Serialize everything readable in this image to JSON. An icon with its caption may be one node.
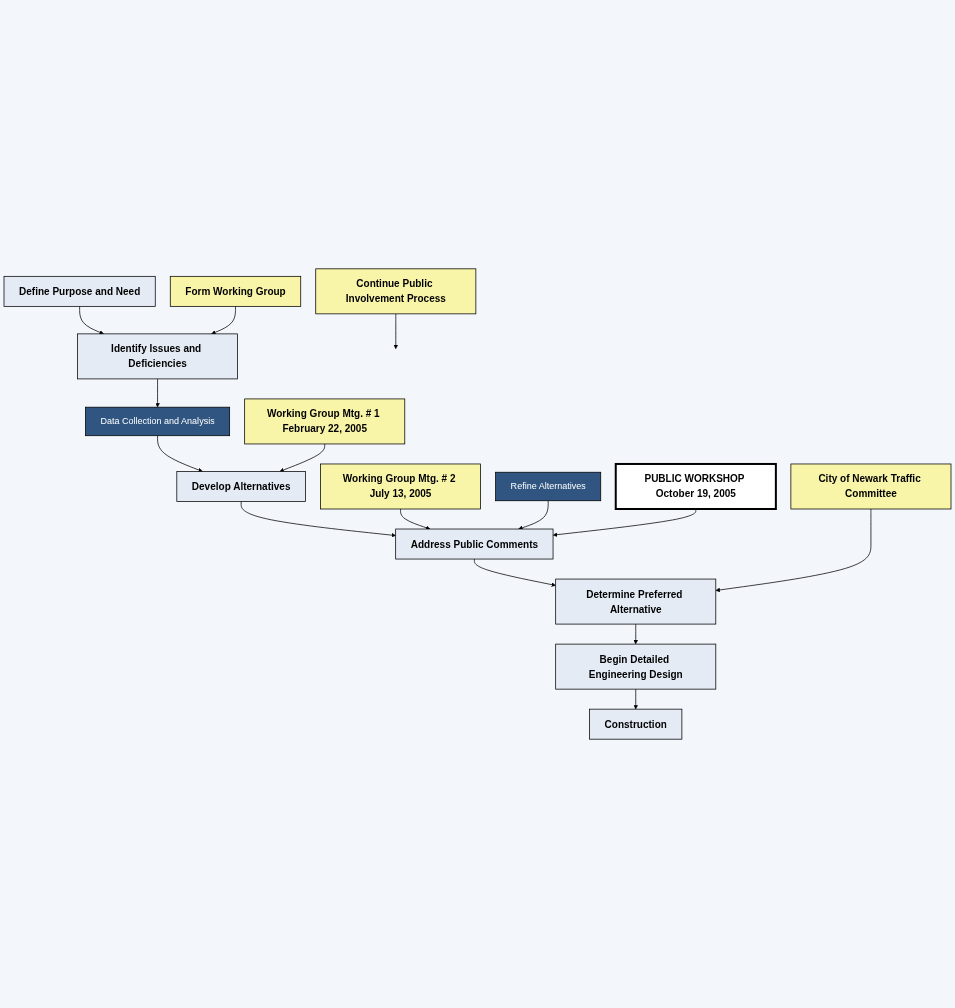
{
  "diagram": {
    "nodes": [
      {
        "text": [
          "Define Purpose and Need"
        ]
      },
      {
        "text": [
          "Form Working Group"
        ]
      },
      {
        "text": [
          "Identify Issues and Deficiencies"
        ]
      },
      {
        "text": [
          "Data Collection and Analysis"
        ]
      },
      {
        "text": [
          "Working Group Mtg. # 1 February 22, 2005"
        ]
      },
      {
        "text": [
          "Develop Alternatives"
        ]
      },
      {
        "text": [
          "Working Group Mtg. # 2 July 13, 2005"
        ]
      },
      {
        "text": [
          "Refine Alternatives"
        ]
      },
      {
        "text": [
          "PUBLIC WORKSHOP October 19, 2005"
        ]
      },
      {
        "text": [
          "Address Public Comments"
        ]
      },
      {
        "text": [
          "City of Newark Traffic Committee"
        ]
      },
      {
        "text": [
          "Determine Preferred Alternative"
        ]
      },
      {
        "text": [
          "Continue Public Involvement Process"
        ]
      },
      {
        "text": [
          "Begin Detailed Engineering Design"
        ]
      },
      {
        "text": [
          "Construction"
        ]
      }
    ],
    "edges": [
      {
        "from": 0,
        "to": 2,
        "arrow": "to"
      },
      {
        "from": 1,
        "to": 2,
        "arrow": "to"
      },
      {
        "from": 2,
        "to": 3,
        "arrow": "to"
      },
      {
        "from": 3,
        "to": 5,
        "arrow": "to"
      },
      {
        "from": 4,
        "to": 5,
        "arrow": "to"
      },
      {
        "from": 5,
        "to": 9,
        "arrow": "to"
      },
      {
        "from": 6,
        "to": 9,
        "arrow": "to"
      },
      {
        "from": 7,
        "to": 9,
        "arrow": "to"
      },
      {
        "from": 8,
        "to": 9,
        "arrow": "to"
      },
      {
        "from": 9,
        "to": 11,
        "arrow": "to"
      },
      {
        "from": 10,
        "to": 11,
        "arrow": "to"
      },
      {
        "from": 11,
        "to": 13,
        "arrow": "to"
      },
      {
        "from": 13,
        "to": 14,
        "arrow": "to"
      },
      {
        "from": 12,
        "to": null,
        "arrow": "to"
      }
    ]
  }
}
